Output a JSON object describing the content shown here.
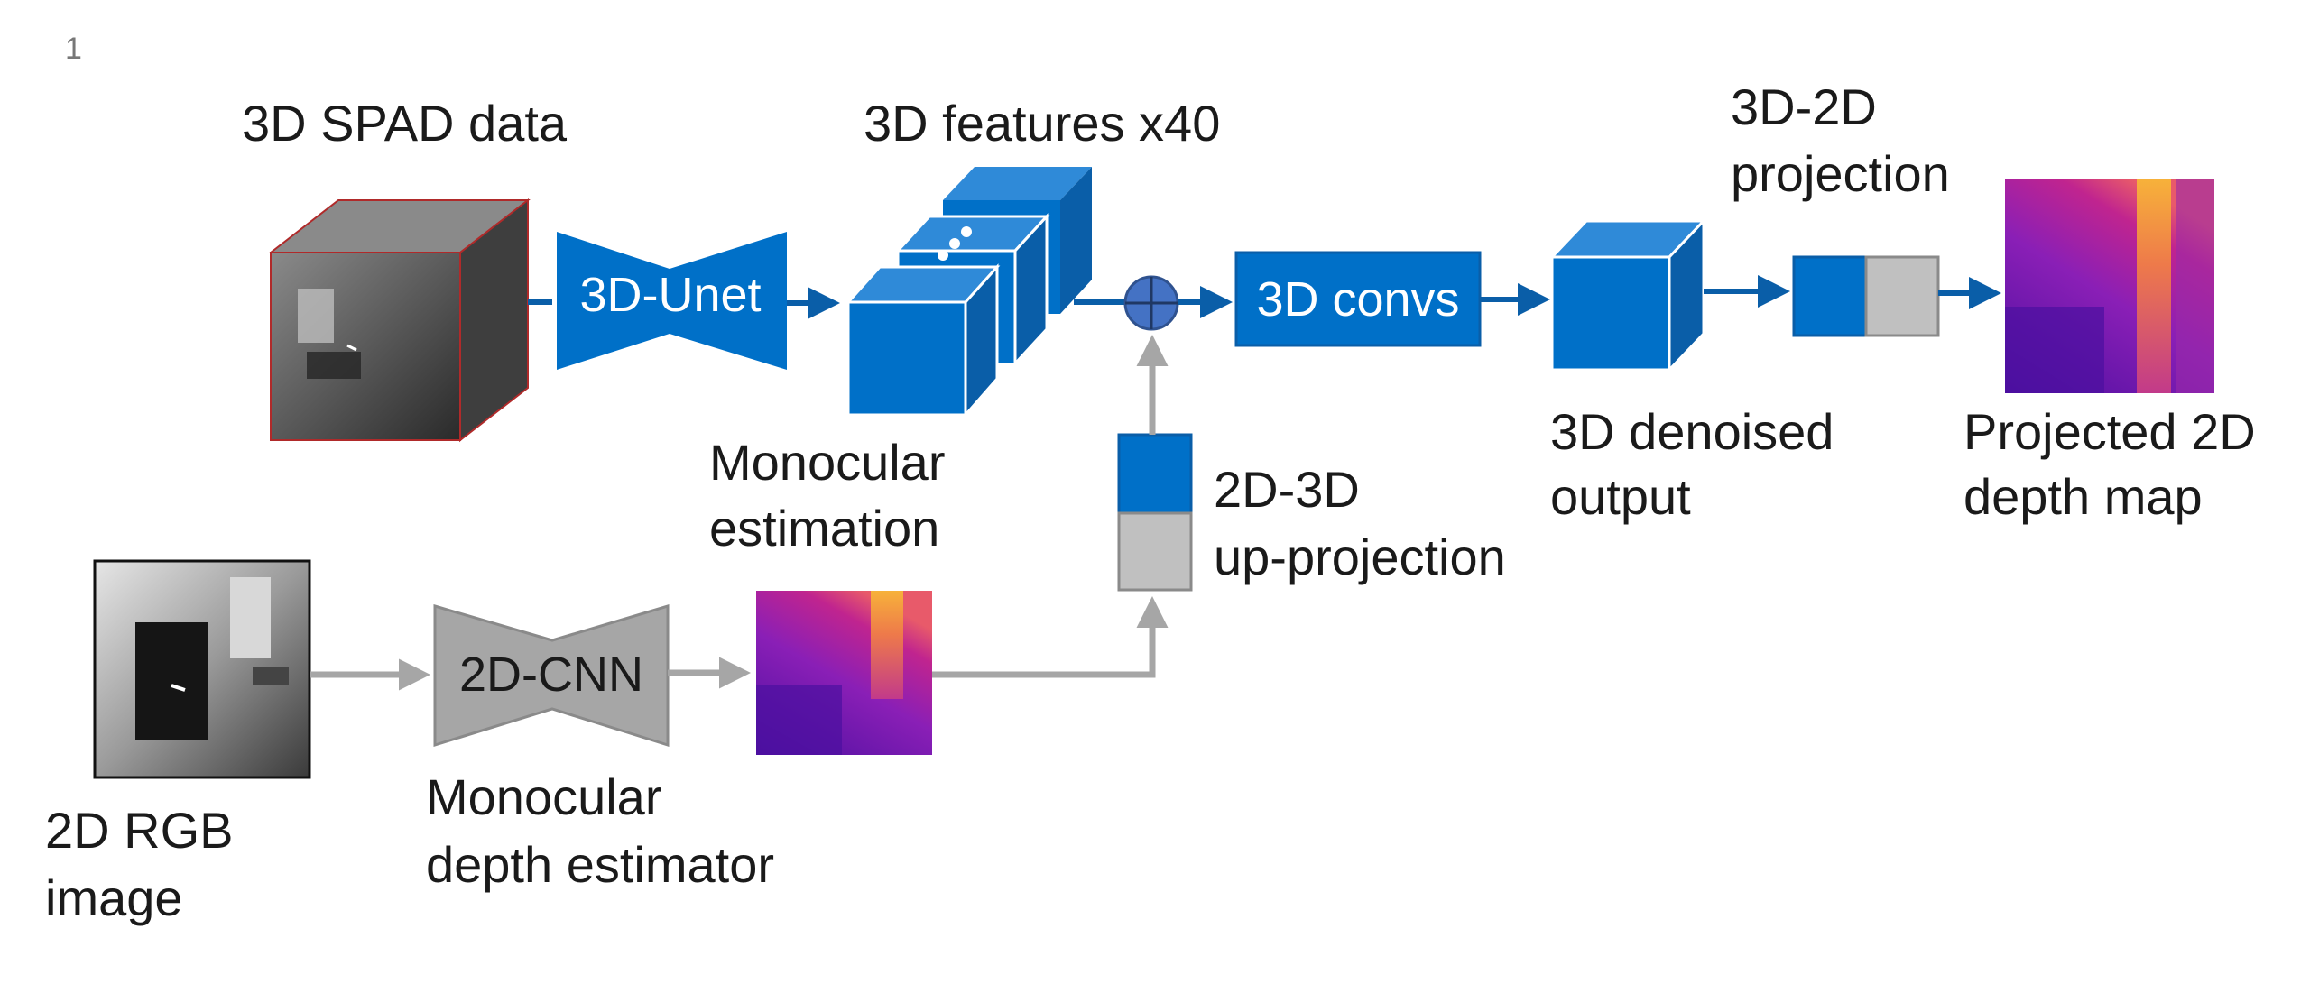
{
  "page_number": "1",
  "labels": {
    "spad_data": "3D SPAD data",
    "features": "3D features x40",
    "projection_3d2d_line1": "3D-2D",
    "projection_3d2d_line2": "projection",
    "monocular_estimation_line1": "Monocular",
    "monocular_estimation_line2": "estimation",
    "up_projection_line1": "2D-3D",
    "up_projection_line2": "up-projection",
    "denoised_line1": "3D denoised",
    "denoised_line2": "output",
    "projected_map_line1": "Projected 2D",
    "projected_map_line2": "depth map",
    "rgb_line1": "2D RGB",
    "rgb_line2": "image",
    "estimator_line1": "Monocular",
    "estimator_line2": "depth estimator"
  },
  "blocks": {
    "unet": "3D-Unet",
    "convs": "3D convs",
    "cnn": "2D-CNN"
  },
  "colors": {
    "blue": "#0070c8",
    "blue_dark": "#0a5ea8",
    "blue_light": "#2f8ad8",
    "gray": "#a6a6a6",
    "gray_light": "#c0c0c0",
    "sum_node": "#4472c4",
    "depth_purple": "#6b1fb0",
    "depth_magenta": "#c0248f",
    "depth_yellow": "#f4a22a"
  }
}
